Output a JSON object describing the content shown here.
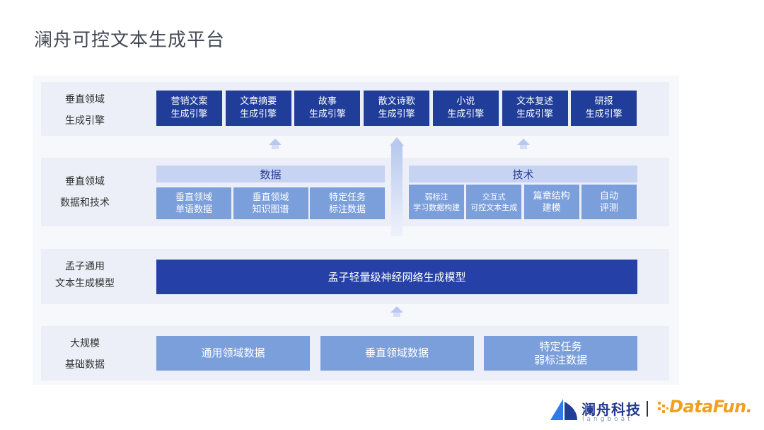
{
  "page": {
    "title": "澜舟可控文本生成平台"
  },
  "rows": {
    "engines": {
      "label": [
        "垂直领域",
        "生成引擎"
      ],
      "items": [
        [
          "营销文案",
          "生成引擎"
        ],
        [
          "文章摘要",
          "生成引擎"
        ],
        [
          "故事",
          "生成引擎"
        ],
        [
          "散文诗歌",
          "生成引擎"
        ],
        [
          "小说",
          "生成引擎"
        ],
        [
          "文本复述",
          "生成引擎"
        ],
        [
          "研报",
          "生成引擎"
        ]
      ]
    },
    "data_tech": {
      "label": [
        "垂直领域",
        "数据和技术"
      ],
      "data_header": "数据",
      "data_items": [
        [
          "垂直领域",
          "单语数据"
        ],
        [
          "垂直领域",
          "知识图谱"
        ],
        [
          "特定任务",
          "标注数据"
        ]
      ],
      "tech_header": "技术",
      "tech_items": [
        [
          "弱标注",
          "学习数据构建"
        ],
        [
          "交互式",
          "可控文本生成"
        ],
        [
          "篇章结构",
          "建模"
        ],
        [
          "自动",
          "评测"
        ]
      ]
    },
    "model": {
      "label": [
        "孟子通用",
        "文本生成模型"
      ],
      "box": "孟子轻量级神经网络生成模型"
    },
    "base": {
      "label": [
        "大规模",
        "基础数据"
      ],
      "items": [
        [
          "通用领域数据"
        ],
        [
          "垂直领域数据"
        ],
        [
          "特定任务",
          "弱标注数据"
        ]
      ]
    }
  },
  "footer": {
    "brand_name": "澜舟科技",
    "brand_sub": "langboat",
    "partner": "DataFun."
  },
  "colors": {
    "engine_box": "#1f3d99",
    "model_box": "#2541a8",
    "light_box": "#7b9fdb",
    "header_box": "#c7d3f3",
    "row_bg": "#eceff7",
    "partner": "#f0a020"
  }
}
